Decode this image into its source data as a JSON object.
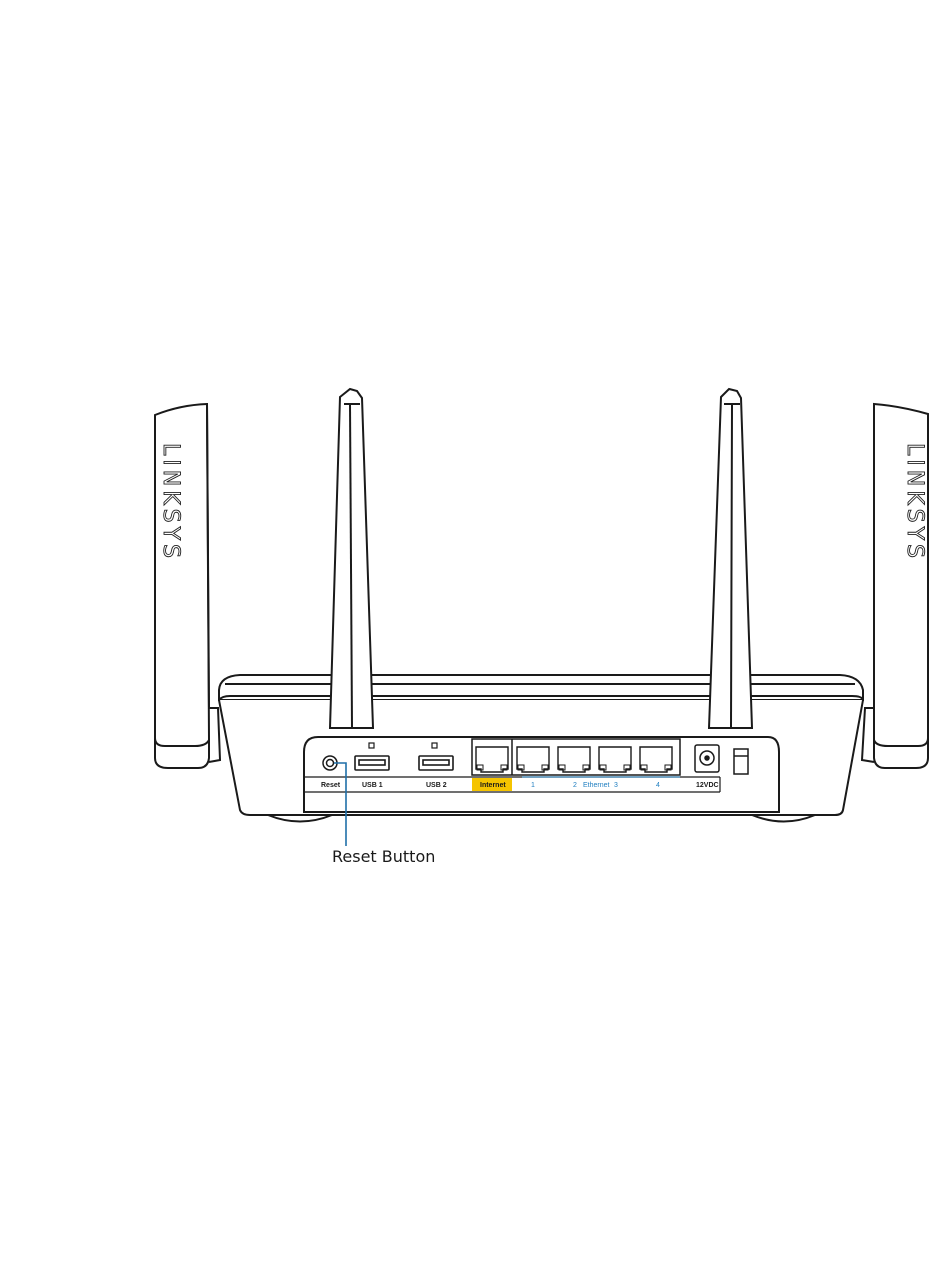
{
  "brand": {
    "left_panel_logo": "LINKSYS",
    "right_panel_logo": "LINKSYS"
  },
  "ports": {
    "reset": "Reset",
    "usb1": "USB 1",
    "usb2": "USB 2",
    "internet": "Internet",
    "eth1": "1",
    "eth2": "2",
    "ethernet": "Ethernet",
    "eth3": "3",
    "eth4": "4",
    "power": "12VDC"
  },
  "callout": {
    "text": "Reset Button"
  },
  "colors": {
    "outline": "#1a1a1a",
    "internet_highlight": "#f5c400",
    "ethernet_text": "#1f7ec0",
    "callout_line": "#1f6fa8"
  }
}
